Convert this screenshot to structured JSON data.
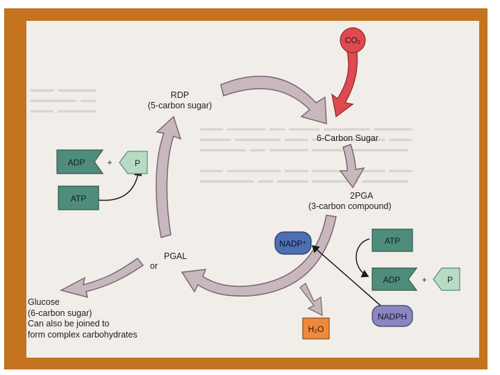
{
  "labels": {
    "rdp_line1": "RDP",
    "rdp_line2": "(5-carbon sugar)",
    "six_carbon": "6-Carbon Sugar",
    "pga_line1": "2PGA",
    "pga_line2": "(3-carbon compound)",
    "pgal": "PGAL",
    "or": "or",
    "glucose_line1": "Glucose",
    "glucose_line2": "(6-carbon sugar)",
    "glucose_line3": "Can also be joined to",
    "glucose_line4": "form complex carbohydrates"
  },
  "molecules": {
    "co2": "CO₂",
    "adp_left": "ADP",
    "p_left": "P",
    "plus_left": "+",
    "atp_left": "ATP",
    "nadp_plus": "NADP⁺",
    "atp_right": "ATP",
    "adp_right": "ADP",
    "plus_right": "+",
    "p_right": "P",
    "nadph": "NADPH",
    "h2o": "H₂O"
  },
  "colors": {
    "frame": "#c4731f",
    "paper": "#f1eeea",
    "cycle_arrow": "#c8b8be",
    "cycle_outline": "#7a6570",
    "co2_red": "#df4a50",
    "adp_atp_green": "#4f8c7b",
    "phosphate_light_green": "#b8dcc3",
    "nadp_blue": "#4d6fb3",
    "nadph_purple": "#8a86bf",
    "h2o_orange": "#ee8a3c"
  }
}
